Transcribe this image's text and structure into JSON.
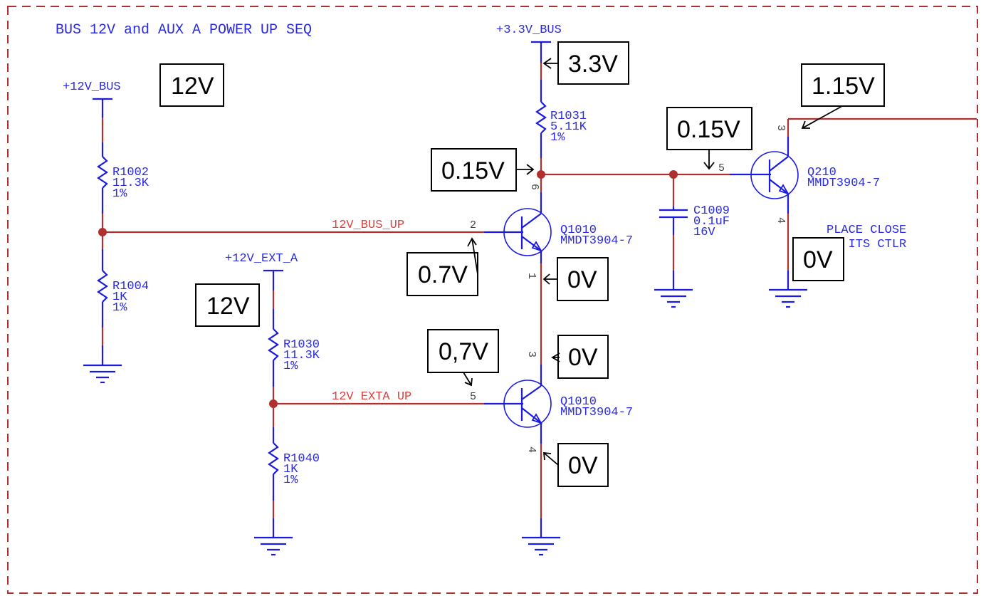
{
  "sheet": {
    "title": "BUS 12V and AUX A POWER UP SEQ",
    "border_color": "#b03030",
    "wire_color": "#b03030",
    "symbol_color": "#1a1ae0",
    "signal_color": "#e04040"
  },
  "power_rails": {
    "bus12": "+12V_BUS",
    "bus33": "+3.3V_BUS",
    "ext12": "+12V_EXT_A"
  },
  "nets": {
    "bus_up": "12V_BUS_UP",
    "exta_up": "12V EXTA UP"
  },
  "resistors": [
    {
      "ref": "R1002",
      "value": "11.3K",
      "tol": "1%"
    },
    {
      "ref": "R1004",
      "value": "1K",
      "tol": "1%"
    },
    {
      "ref": "R1031",
      "value": "5.11K",
      "tol": "1%"
    },
    {
      "ref": "R1030",
      "value": "11.3K",
      "tol": "1%"
    },
    {
      "ref": "R1040",
      "value": "1K",
      "tol": "1%"
    }
  ],
  "capacitor": {
    "ref": "C1009",
    "value": "0.1uF",
    "voltage": "16V"
  },
  "transistors": [
    {
      "ref": "Q1010",
      "part": "MMDT3904-7",
      "pins": {
        "base": "2",
        "collector": "6",
        "emitter": "1"
      }
    },
    {
      "ref": "Q1010",
      "part": "MMDT3904-7",
      "pins": {
        "base": "5",
        "collector": "3",
        "emitter": "4"
      }
    },
    {
      "ref": "Q210",
      "part": "MMDT3904-7",
      "pins": {
        "base": "5",
        "collector": "3",
        "emitter": "4"
      }
    }
  ],
  "note": {
    "line1": "PLACE CLOSE",
    "line2": "TO ITS CTLR"
  },
  "annotations": {
    "v_bus12": "12V",
    "v_33": "3.3V",
    "v_node": "0.15V",
    "v_q210_base": "0.15V",
    "v_q210_coll": "1.15V",
    "v_q210_emit": "0V",
    "v_q1_base": "0.7V",
    "v_q1_emit": "0V",
    "v_ext12": "12V",
    "v_q2_base": "0,7V",
    "v_q2_coll": "0V",
    "v_q2_emit": "0V"
  }
}
